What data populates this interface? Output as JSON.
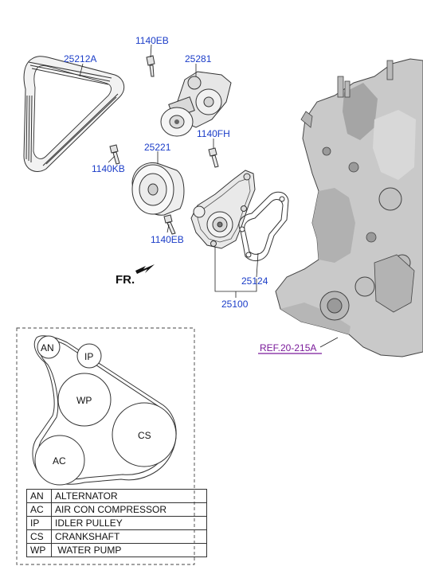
{
  "callouts": {
    "belt": "25212A",
    "tensioner": "25281",
    "tensioner_bolt": "1140EB",
    "idler_pulley": "25221",
    "idler_bolt": "1140KB",
    "pump_bolt_upper": "1140FH",
    "pump_bolt_lower": "1140EB",
    "gasket": "25124",
    "water_pump": "25100",
    "reference": "REF.20-215A"
  },
  "front_label": "FR.",
  "layout_circles": {
    "an": "AN",
    "ip": "IP",
    "wp": "WP",
    "cs": "CS",
    "ac": "AC"
  },
  "legend": [
    {
      "code": "AN",
      "description": "ALTERNATOR"
    },
    {
      "code": "AC",
      "description": "AIR CON COMPRESSOR"
    },
    {
      "code": "IP",
      "description": "IDLER PULLEY"
    },
    {
      "code": "CS",
      "description": "CRANKSHAFT"
    },
    {
      "code": "WP",
      "description": " WATER PUMP"
    }
  ],
  "colors": {
    "callout": "#1a3cc8",
    "reference": "#7a1a9a",
    "engine_fill": "#c9c9c9",
    "line": "#333333"
  }
}
